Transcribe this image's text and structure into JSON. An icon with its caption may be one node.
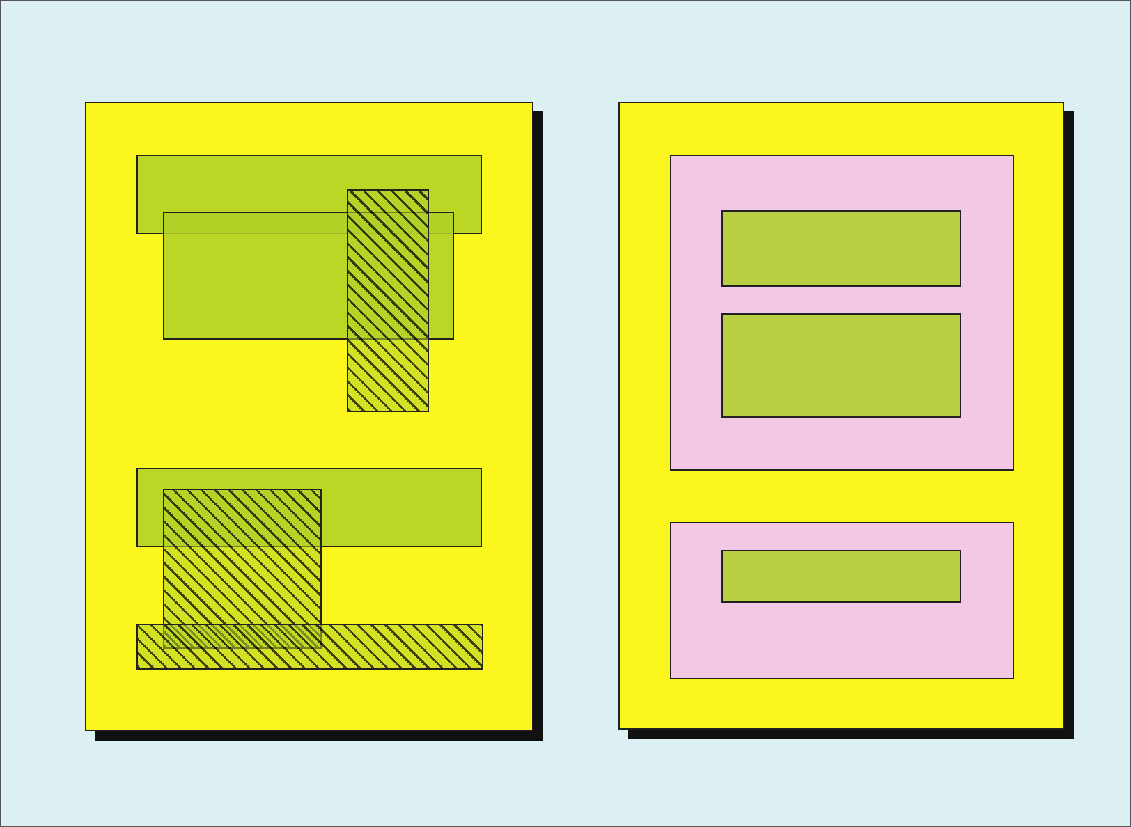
{
  "diagram": {
    "nodes": [
      {
        "text": [],
        "shape": "box"
      },
      {
        "text": [],
        "shape": "box",
        "in": 0
      },
      {
        "text": [],
        "shape": "box",
        "in": 0
      },
      {
        "text": [],
        "shape": "box",
        "in": 0
      },
      {
        "text": [],
        "shape": "box",
        "in": 0
      },
      {
        "text": [],
        "shape": "box",
        "in": 0
      },
      {
        "text": [],
        "shape": "box",
        "in": 0
      },
      {
        "text": [],
        "shape": "box"
      },
      {
        "text": [],
        "shape": "box",
        "in": 7
      },
      {
        "text": [],
        "shape": "box",
        "in": 8
      },
      {
        "text": [],
        "shape": "box",
        "in": 8
      },
      {
        "text": [],
        "shape": "box",
        "in": 7
      },
      {
        "text": [],
        "shape": "box",
        "in": 11
      }
    ]
  }
}
